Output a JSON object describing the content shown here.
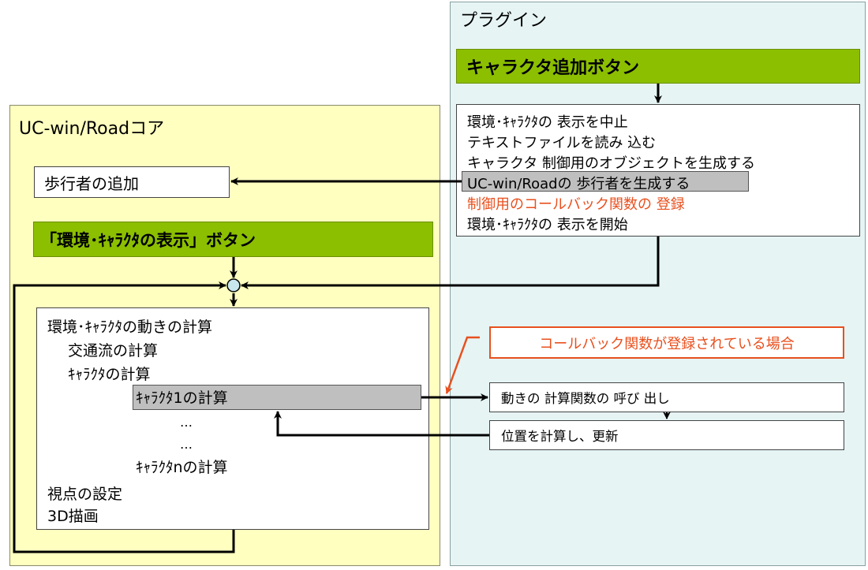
{
  "plugin": {
    "title": "プラグイン",
    "add_button": "キャラクタ追加ボタン",
    "steps": [
      "環境･ｷｬﾗｸﾀの 表示を中止",
      "テキストファイルを読み 込む",
      "キャラクタ 制御用のオブジェクトを生成する",
      "UC-win/Roadの 歩行者を生成する",
      "制御用のコールバック関数の 登録",
      "環境･ｷｬﾗｸﾀの 表示を開始"
    ],
    "callback_note": "コールバック関数が登録されている場合",
    "call_motion": "動きの 計算関数の 呼び 出し",
    "compute_update": "位置を計算し、更新"
  },
  "core": {
    "title": "UC-win/Roadコア",
    "add_pedestrian": "歩行者の追加",
    "display_button": "「環境･ｷｬﾗｸﾀの表示」ボタン",
    "loop": {
      "motion_calc": "環境･ｷｬﾗｸﾀの動きの計算",
      "traffic_calc": "交通流の計算",
      "char_calc": "ｷｬﾗｸﾀの計算",
      "char1_calc": "ｷｬﾗｸﾀ1の計算",
      "ellipsis1": "…",
      "ellipsis2": "…",
      "charn_calc": "ｷｬﾗｸﾀnの計算",
      "viewpoint": "視点の設定",
      "render": "3D描画"
    }
  },
  "colors": {
    "core_bg": "#ffffc0",
    "plugin_bg": "#e6f4f4",
    "green": "#8cbf00",
    "accent_red": "#e8501e",
    "gray": "#bfbfbf",
    "node": "#c8e6ec"
  }
}
